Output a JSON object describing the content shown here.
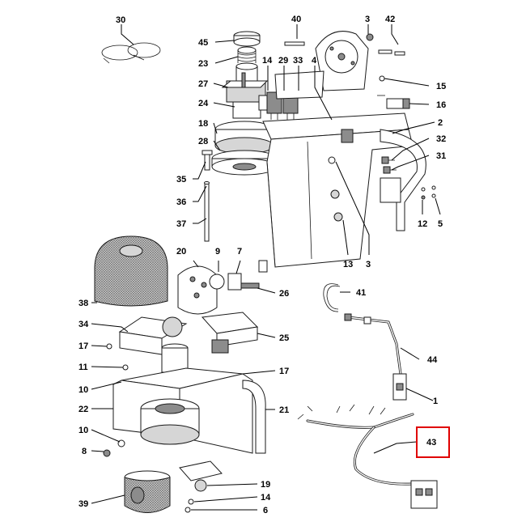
{
  "highlight": {
    "label": "43",
    "color": "#e00000"
  },
  "callouts": {
    "c30": "30",
    "c40": "40",
    "c3a": "3",
    "c42": "42",
    "c45": "45",
    "c23": "23",
    "c14a": "14",
    "c29": "29",
    "c33": "33",
    "c4": "4",
    "c15": "15",
    "c27": "27",
    "c16": "16",
    "c24": "24",
    "c2": "2",
    "c18": "18",
    "c32": "32",
    "c28": "28",
    "c31": "31",
    "c35": "35",
    "c36": "36",
    "c12": "12",
    "c5": "5",
    "c37": "37",
    "c13": "13",
    "c3b": "3",
    "c20": "20",
    "c9": "9",
    "c7": "7",
    "c26": "26",
    "c38": "38",
    "c41": "41",
    "c34": "34",
    "c25": "25",
    "c17a": "17",
    "c44": "44",
    "c11": "11",
    "c17b": "17",
    "c10a": "10",
    "c1": "1",
    "c22": "22",
    "c21": "21",
    "c10b": "10",
    "c43": "43",
    "c8": "8",
    "c19": "19",
    "c14b": "14",
    "c39": "39",
    "c6": "6"
  }
}
